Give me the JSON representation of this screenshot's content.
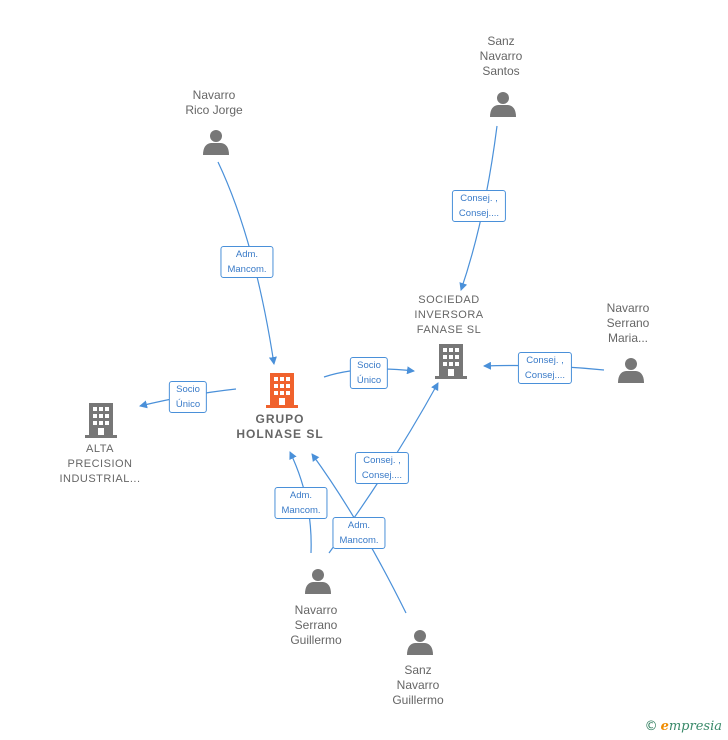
{
  "nodes": {
    "navarro_rico": {
      "lines": [
        "Navarro",
        "Rico Jorge"
      ]
    },
    "sanz_santos": {
      "lines": [
        "Sanz",
        "Navarro",
        "Santos"
      ]
    },
    "sociedad": {
      "lines": [
        "SOCIEDAD",
        "INVERSORA",
        "FANASE SL"
      ]
    },
    "navarro_maria": {
      "lines": [
        "Navarro",
        "Serrano",
        "Maria..."
      ]
    },
    "grupo": {
      "lines": [
        "GRUPO",
        "HOLNASE SL"
      ]
    },
    "alta": {
      "lines": [
        "ALTA",
        "PRECISION",
        "INDUSTRIAL..."
      ]
    },
    "navarro_guillermo": {
      "lines": [
        "Navarro",
        "Serrano",
        "Guillermo"
      ]
    },
    "sanz_guillermo": {
      "lines": [
        "Sanz",
        "Navarro",
        "Guillermo"
      ]
    }
  },
  "edges": {
    "rico_to_grupo": [
      "Adm.",
      "Mancom."
    ],
    "santos_to_sociedad": [
      "Consej. ,",
      "Consej...."
    ],
    "grupo_to_sociedad": [
      "Socio",
      "Único"
    ],
    "grupo_to_alta": [
      "Socio",
      "Único"
    ],
    "maria_to_sociedad": [
      "Consej. ,",
      "Consej...."
    ],
    "guillermo_to_sociedad": [
      "Consej. ,",
      "Consej...."
    ],
    "guillermo_to_grupo": [
      "Adm.",
      "Mancom."
    ],
    "sanzguillermo_to_grupo": [
      "Adm.",
      "Mancom."
    ]
  },
  "footer": {
    "copyright": "©",
    "brand_initial": "e",
    "brand_rest": "mpresia"
  },
  "colors": {
    "edge": "#4a90d9",
    "person": "#777777",
    "company": "#777777",
    "main_company": "#f0622d"
  }
}
